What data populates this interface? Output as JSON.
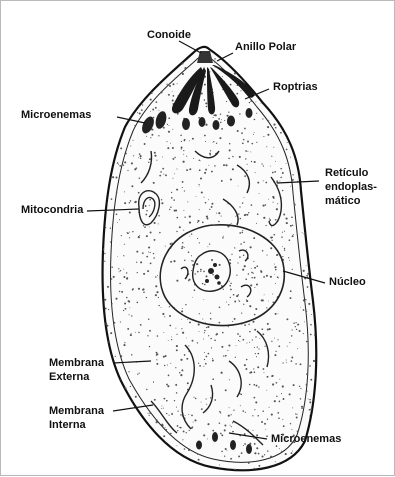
{
  "diagram": {
    "labels": {
      "conoide": "Conoide",
      "anillo_polar": "Anillo Polar",
      "roptrias": "Roptrias",
      "microenemas_top": "Microenemas",
      "reticulo_line1": "Retículo",
      "reticulo_line2": "endoplas-",
      "reticulo_line3": "mático",
      "mitocondria": "Mitocondria",
      "nucleo": "Núcleo",
      "membrana_externa_line1": "Membrana",
      "membrana_externa_line2": "Externa",
      "membrana_interna_line1": "Membrana",
      "membrana_interna_line2": "Interna",
      "microenemas_bottom": "Microenemas"
    }
  }
}
